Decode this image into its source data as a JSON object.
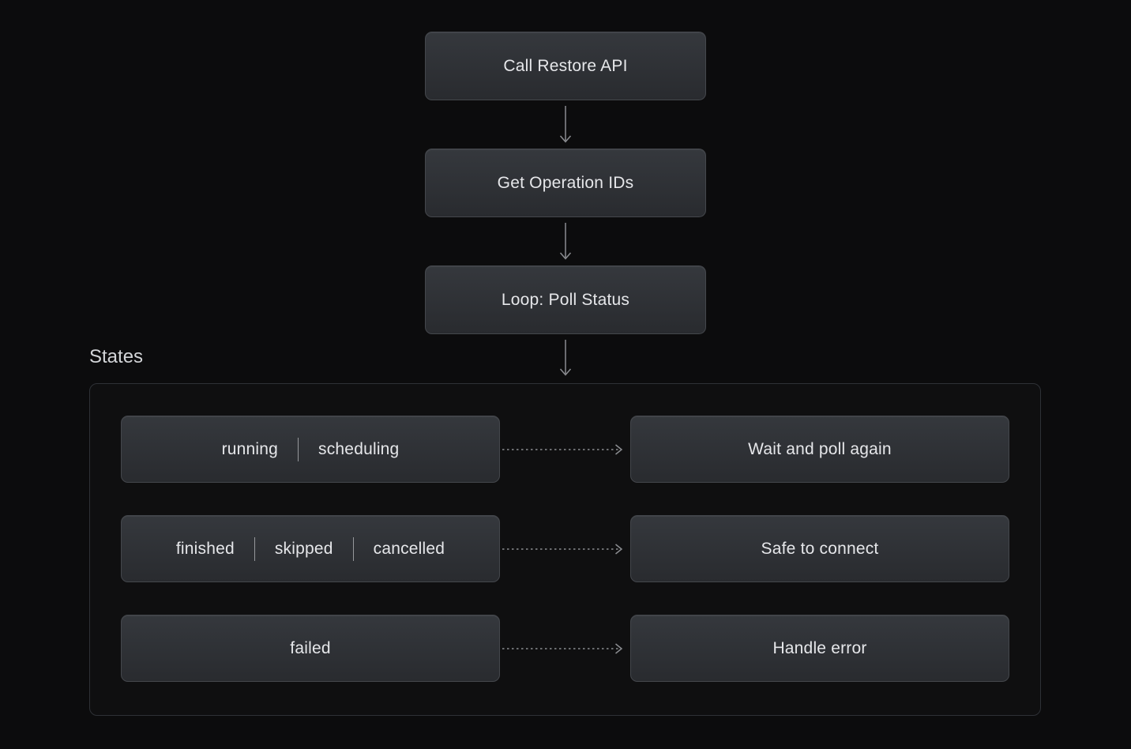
{
  "flow": {
    "steps": [
      {
        "label": "Call Restore API"
      },
      {
        "label": "Get Operation IDs"
      },
      {
        "label": "Loop: Poll Status"
      }
    ]
  },
  "states": {
    "section_label": "States",
    "rows": [
      {
        "left_parts": [
          "running",
          "scheduling"
        ],
        "right": "Wait and poll again"
      },
      {
        "left_parts": [
          "finished",
          "skipped",
          "cancelled"
        ],
        "right": "Safe to connect"
      },
      {
        "left_parts": [
          "failed"
        ],
        "right": "Handle error"
      }
    ]
  },
  "icons": {
    "vertical_connector": "arrow-down-icon",
    "horizontal_connector": "dashed-arrow-right-icon"
  },
  "colors": {
    "background": "#0c0c0d",
    "node_gradient_top": "#35383d",
    "node_gradient_bottom": "#292b2f",
    "node_border": "#44474c",
    "node_text": "#e6e7ea",
    "arrow": "#8b8d91",
    "section_label_text": "#d3d5d8",
    "container_border": "#2e3136",
    "separator": "#96989c"
  }
}
